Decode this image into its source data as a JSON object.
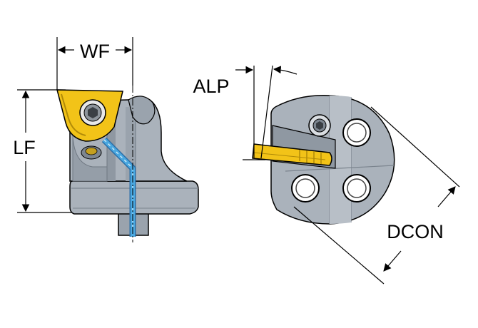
{
  "labels": {
    "wf": "WF",
    "lf": "LF",
    "alp": "ALP",
    "dcon": "DCON"
  },
  "colors": {
    "body_gray": "#aab2bb",
    "body_dark": "#858e98",
    "body_light": "#c9cfd6",
    "insert_yellow": "#f2c318",
    "insert_dark": "#b08a08",
    "coolant_blue": "#4aa8e0",
    "line": "#000000"
  }
}
